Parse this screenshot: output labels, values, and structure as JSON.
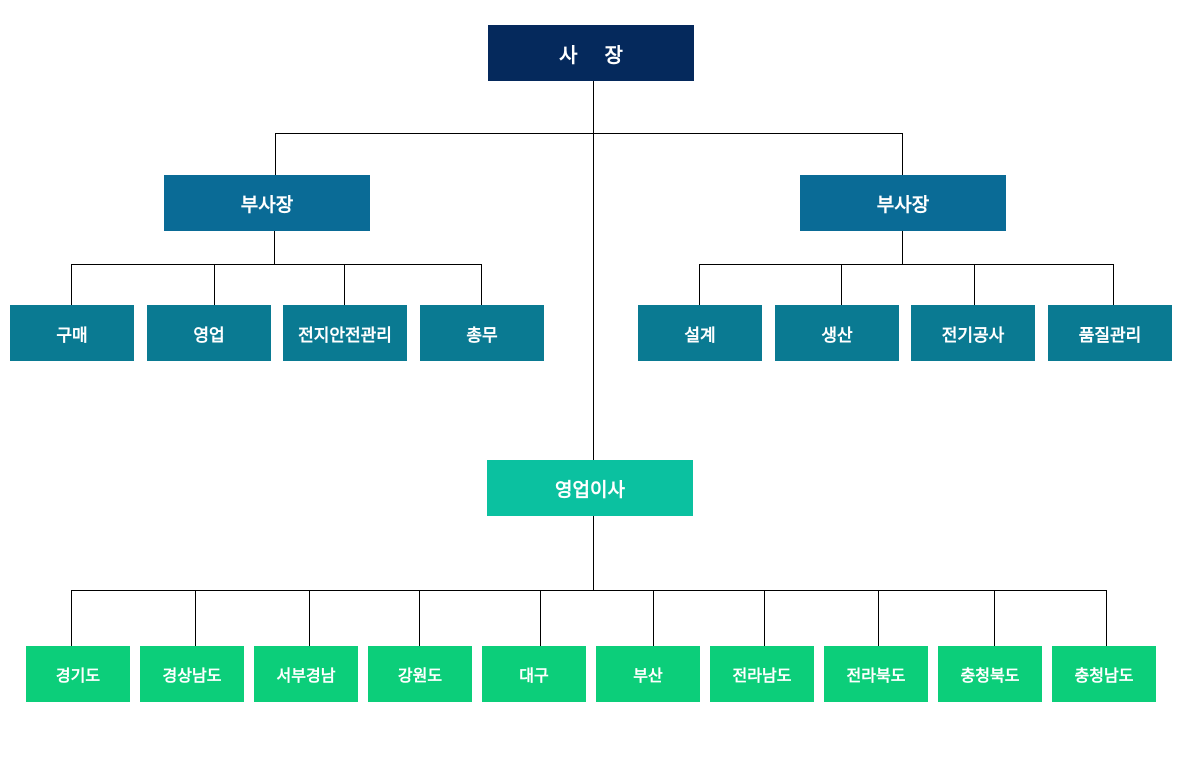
{
  "colors": {
    "ceo": "#05295c",
    "vice_president": "#0a6b96",
    "department": "#0a7a92",
    "sales_director": "#0bc1a0",
    "region": "#0cce7a",
    "line": "#000000"
  },
  "org": {
    "ceo": "사 장",
    "vp_left": {
      "title": "부사장",
      "departments": [
        "구매",
        "영업",
        "전지안전관리",
        "총무"
      ]
    },
    "vp_right": {
      "title": "부사장",
      "departments": [
        "설계",
        "생산",
        "전기공사",
        "품질관리"
      ]
    },
    "sales_director": {
      "title": "영업이사",
      "regions": [
        "경기도",
        "경상남도",
        "서부경남",
        "강원도",
        "대구",
        "부산",
        "전라남도",
        "전라북도",
        "충청북도",
        "충청남도"
      ]
    }
  }
}
